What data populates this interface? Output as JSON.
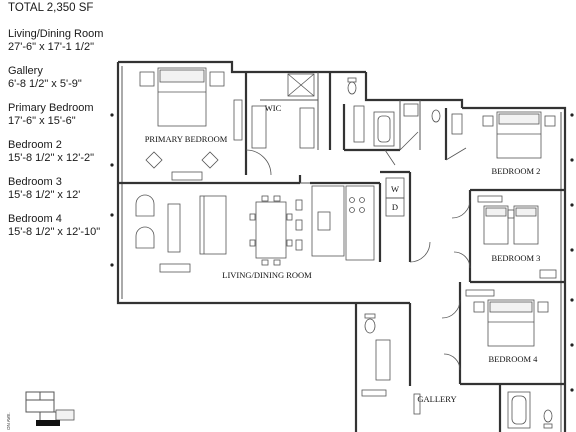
{
  "total": "TOTAL 2,350 SF",
  "rooms": [
    {
      "name": "Living/Dining Room",
      "dims": "27'-6\" x 17'-1 1/2\""
    },
    {
      "name": "Gallery",
      "dims": "6'-8 1/2\" x 5'-9\""
    },
    {
      "name": "Primary Bedroom",
      "dims": "17'-6\" x 15'-6\""
    },
    {
      "name": "Bedroom 2",
      "dims": "15'-8 1/2\" x 12'-2\""
    },
    {
      "name": "Bedroom 3",
      "dims": "15'-8 1/2\" x 12'"
    },
    {
      "name": "Bedroom 4",
      "dims": "15'-8 1/2\" x 12'-10\""
    }
  ],
  "plan_labels": {
    "primary_bedroom": "PRIMARY BEDROOM",
    "wic": "WIC",
    "bedroom2": "BEDROOM 2",
    "bedroom3": "BEDROOM 3",
    "bedroom4": "BEDROOM 4",
    "living_dining": "LIVING/DINING ROOM",
    "gallery": "GALLERY",
    "washer": "W",
    "dryer": "D"
  },
  "keyplan": {
    "street": "ON AVE."
  }
}
